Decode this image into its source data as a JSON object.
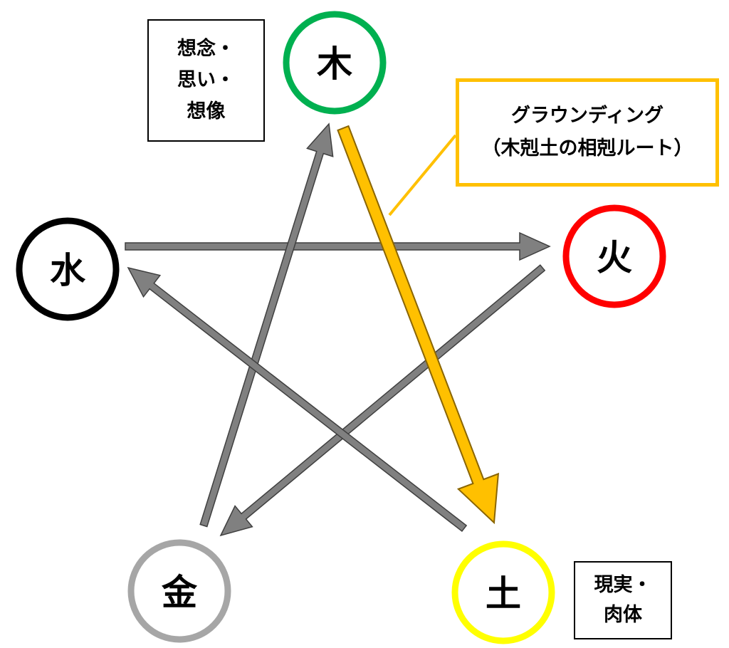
{
  "nodes": [
    {
      "id": "wood",
      "label": "木",
      "color": "#00B050"
    },
    {
      "id": "fire",
      "label": "火",
      "color": "#FF0000"
    },
    {
      "id": "earth",
      "label": "土",
      "color": "#FFFF00"
    },
    {
      "id": "metal",
      "label": "金",
      "color": "#A6A6A6"
    },
    {
      "id": "water",
      "label": "水",
      "color": "#000000"
    }
  ],
  "arrows": [
    {
      "from": "water",
      "to": "fire",
      "color": "#808080"
    },
    {
      "from": "fire",
      "to": "metal",
      "color": "#808080"
    },
    {
      "from": "metal",
      "to": "wood",
      "color": "#808080"
    },
    {
      "from": "earth",
      "to": "water",
      "color": "#808080"
    },
    {
      "from": "wood",
      "to": "earth",
      "color": "#FFC000",
      "highlight": true
    }
  ],
  "notes": {
    "wood": {
      "lines": [
        "想念・",
        "思い・",
        "想像"
      ]
    },
    "earth": {
      "lines": [
        "現実・",
        "肉体"
      ]
    }
  },
  "callout": {
    "lines": [
      "グラウンディング",
      "（木剋土の相剋ルート）"
    ],
    "border_color": "#FFC000",
    "target": "wood-earth"
  }
}
